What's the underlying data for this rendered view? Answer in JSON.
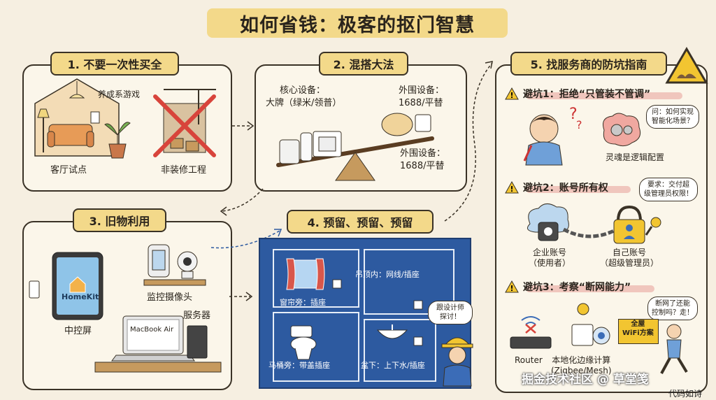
{
  "title": "如何省钱：极客的抠门智慧",
  "sections": {
    "s1": {
      "title": "1. 不要一次性买全",
      "note": "养成系游戏",
      "left_label": "客厅试点",
      "right_label": "非装修工程"
    },
    "s2": {
      "title": "2. 混搭大法",
      "core_label_line1": "核心设备：",
      "core_label_line2": "大牌（绿米/领普）",
      "peri_top_line1": "外围设备：",
      "peri_top_line2": "1688/平替",
      "peri_bottom_line1": "外围设备：",
      "peri_bottom_line2": "1688/平替"
    },
    "s3": {
      "title": "3. 旧物利用",
      "tablet_text": "HomeKit",
      "tablet_label": "中控屏",
      "camera_label": "监控摄像头",
      "laptop_text": "MacBook Air",
      "server_label": "服务器"
    },
    "s4": {
      "title": "4. 预留、预留、预留",
      "ceiling": "吊顶内：网线/插座",
      "curtain": "窗帘旁：插座",
      "toilet": "马桶旁：带盖插座",
      "basin": "盆下：上下水/插座",
      "bubble": "跟设计师\n探讨！"
    },
    "s5": {
      "title": "5. 找服务商的防坑指南",
      "pit1": {
        "title": "避坑1：拒绝“只管装不管调”",
        "bubble": "问：如何实现\n智能化场景？",
        "caption": "灵魂是逻辑配置"
      },
      "pit2": {
        "title": "避坑2：账号所有权",
        "bubble": "要求：交付超\n级管理员权限！",
        "left_label": "企业账号\n（使用者）",
        "right_label": "自己账号\n（超级管理员）"
      },
      "pit3": {
        "title": "避坑3：考察“断网能力”",
        "bubble": "断网了还能\n控制吗？走！",
        "router_label": "Router",
        "edge_label": "本地化边缘计算\n(Zigbee/Mesh)",
        "sign_text": "全屋\nWiFi方案"
      }
    }
  },
  "watermark": {
    "main": "掘金技术社区 @ 草堂笺",
    "sub": "代码如诗"
  },
  "colors": {
    "background": "#f6efe1",
    "highlight": "#f3d98a",
    "blueprint": "#2d5aa0",
    "warning": "#f2c531"
  }
}
